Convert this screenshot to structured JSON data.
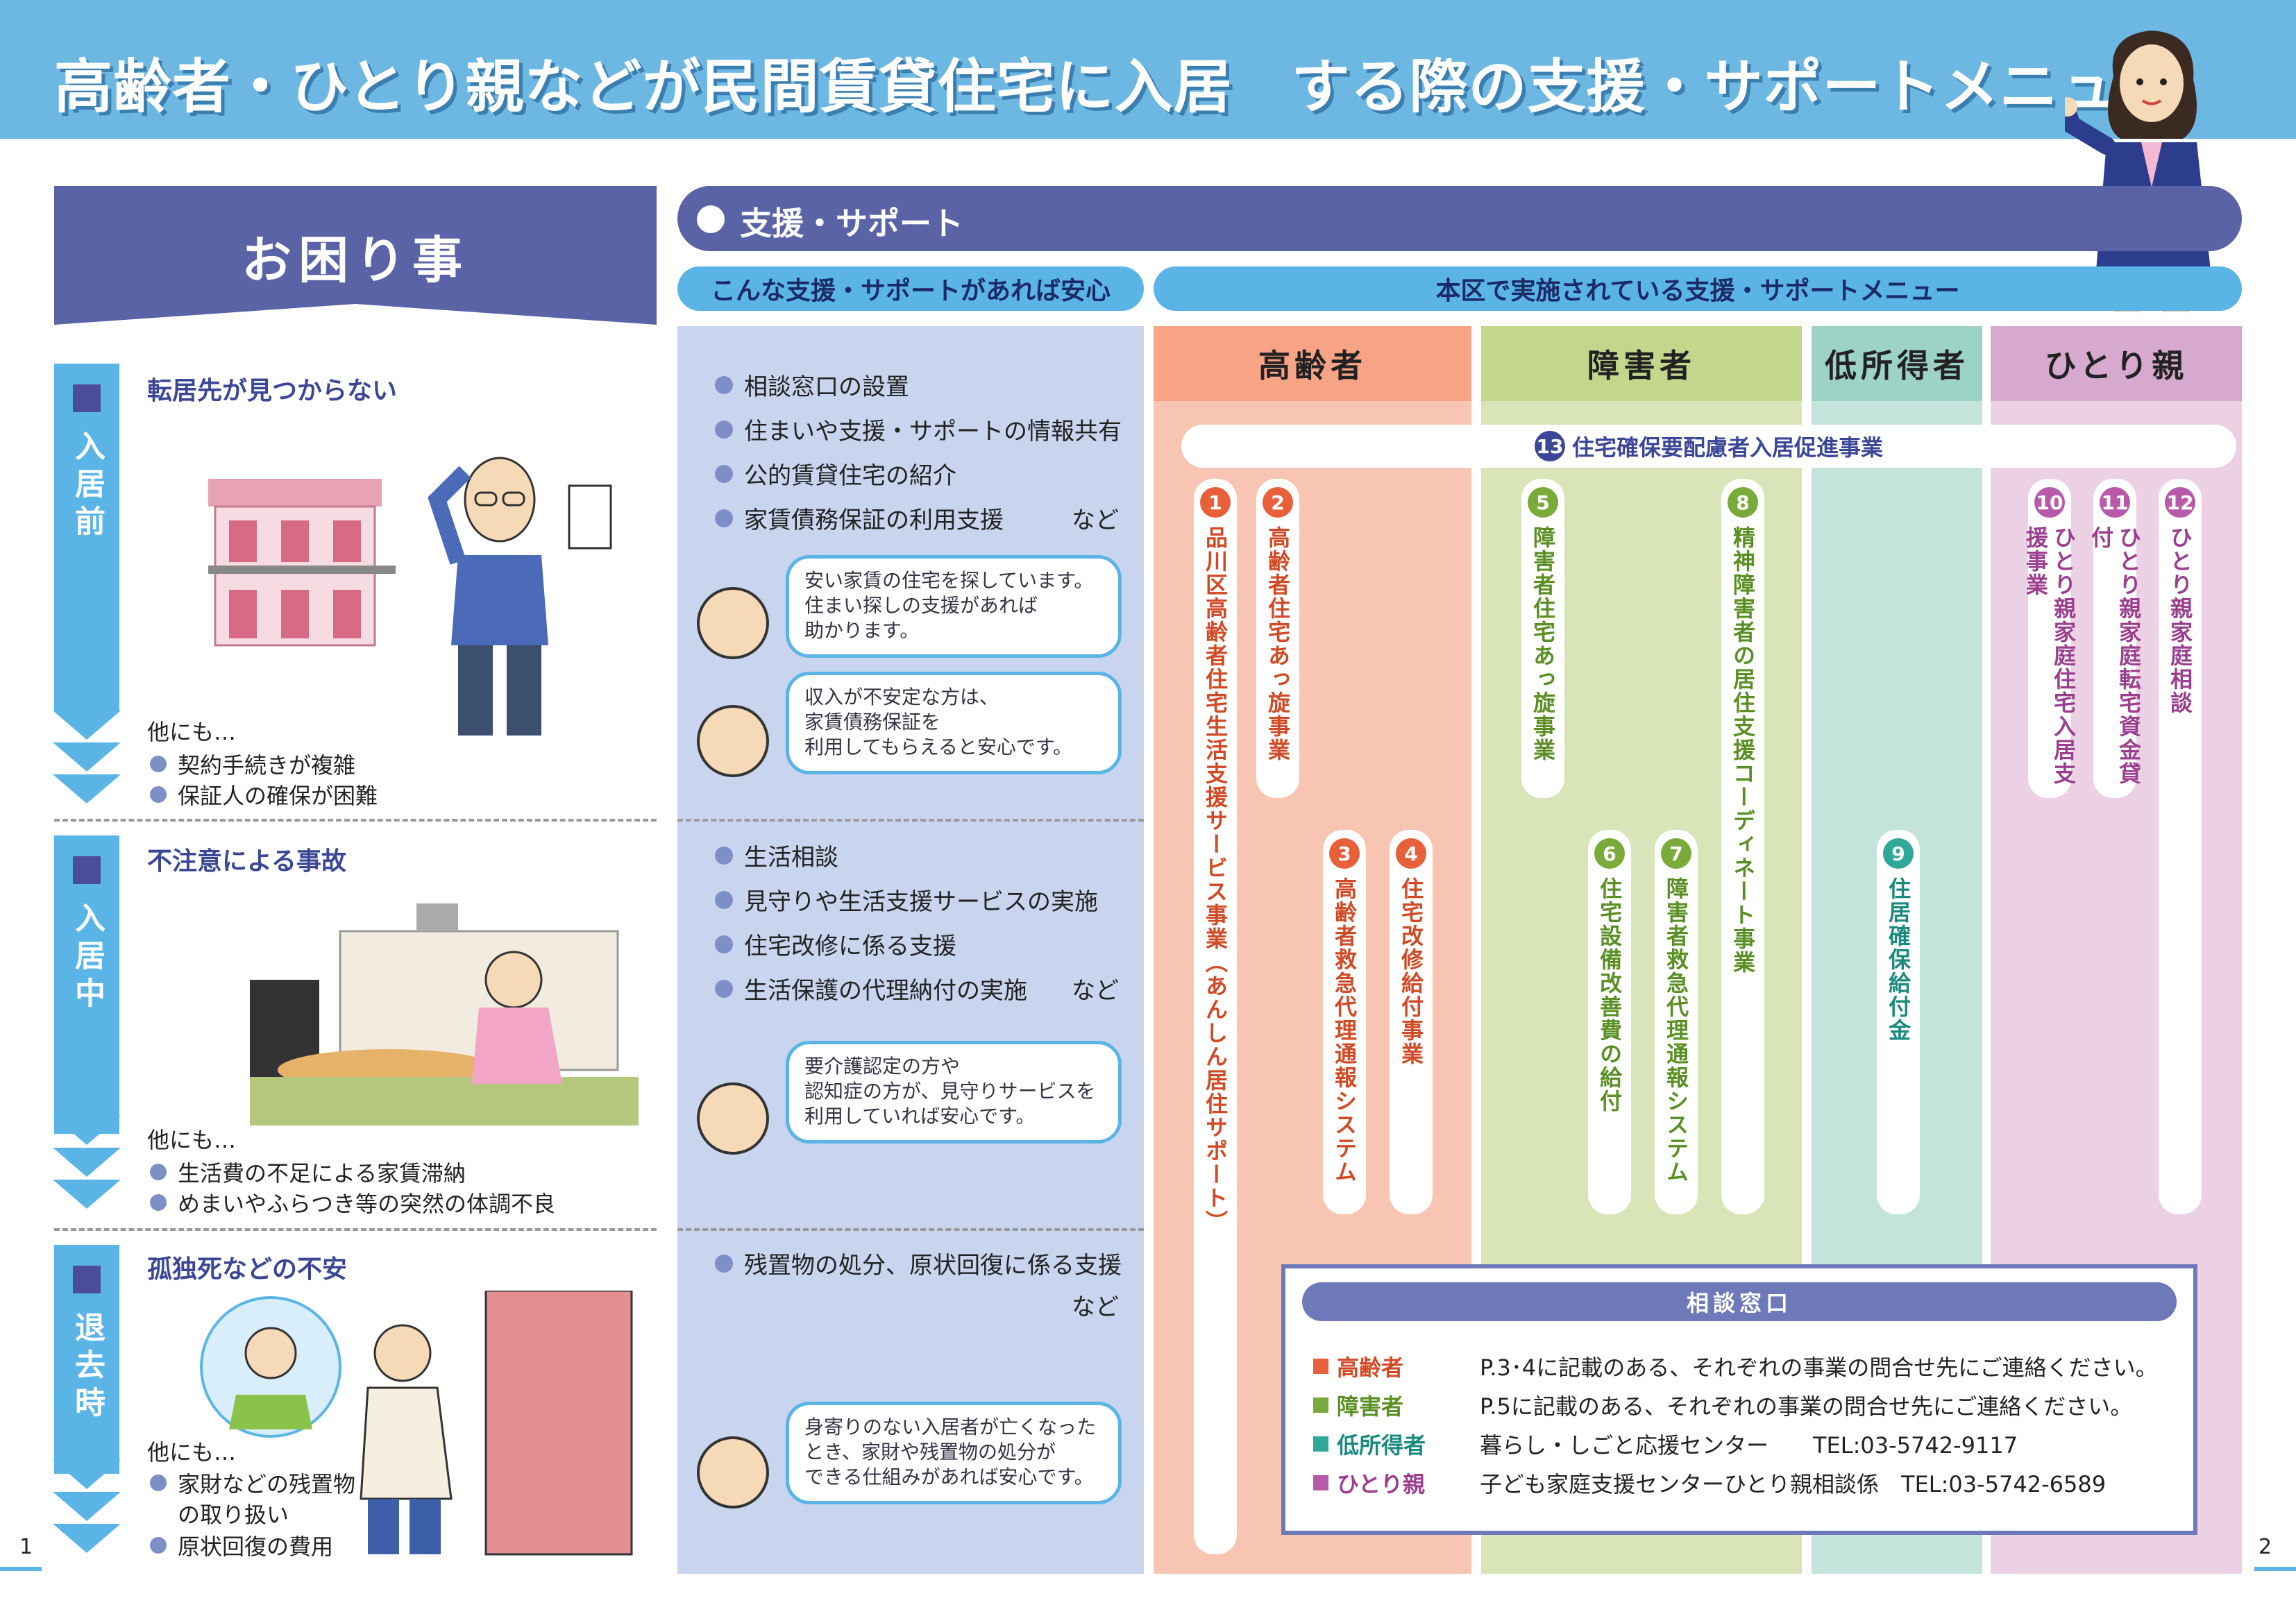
{
  "header": {
    "title": "高齢者・ひとり親などが民間賃貸住宅に入居　する際の支援・サポートメニュー"
  },
  "left": {
    "header": "お困り事",
    "stages": [
      {
        "label": "入居前",
        "question": "転居先が見つからない",
        "also": "他にも…",
        "items": [
          "契約手続きが複雑",
          "保証人の確保が困難"
        ]
      },
      {
        "label": "入居中",
        "question": "不注意による事故",
        "also": "他にも…",
        "items": [
          "生活費の不足による家賃滞納",
          "めまいやふらつき等の突然の体調不良"
        ]
      },
      {
        "label": "退去時",
        "question": "孤独死などの不安",
        "also": "他にも…",
        "items": [
          "家財などの残置物",
          "の取り扱い",
          "原状回復の費用"
        ]
      }
    ]
  },
  "support": {
    "header": "支援・サポート",
    "need_header": "こんな支援・サポートがあれば安心",
    "menu_header": "本区で実施されている支援・サポートメニュー",
    "needs": [
      {
        "items": [
          "相談窓口の設置",
          "住まいや支援・サポートの情報共有",
          "公的賃貸住宅の紹介",
          "家賃債務保証の利用支援"
        ],
        "nado": "など",
        "bubbles": [
          "安い家賃の住宅を探しています。\n住まい探しの支援があれば\n助かります。",
          "収入が不安定な方は、\n家賃債務保証を\n利用してもらえると安心です。"
        ]
      },
      {
        "items": [
          "生活相談",
          "見守りや生活支援サービスの実施",
          "住宅改修に係る支援",
          "生活保護の代理納付の実施"
        ],
        "nado": "など",
        "bubbles": [
          "要介護認定の方や\n認知症の方が、見守りサービスを\n利用していれば安心です。"
        ]
      },
      {
        "items": [
          "残置物の処分、原状回復に係る支援"
        ],
        "nado": "など",
        "bubbles": [
          "身寄りのない入居者が亡くなった\nとき、家財や残置物の処分が\nできる仕組みがあれば安心です。"
        ]
      }
    ]
  },
  "categories": [
    {
      "name": "高齢者"
    },
    {
      "name": "障害者"
    },
    {
      "name": "低所得者"
    },
    {
      "name": "ひとり親"
    }
  ],
  "programs": [
    {
      "num": "1",
      "text": "品川区高齢者住宅生活支援サービス事業（あんしん居住サポート）"
    },
    {
      "num": "2",
      "text": "高齢者住宅あっ旋事業"
    },
    {
      "num": "3",
      "text": "高齢者救急代理通報システム"
    },
    {
      "num": "4",
      "text": "住宅改修給付事業"
    },
    {
      "num": "5",
      "text": "障害者住宅あっ旋事業"
    },
    {
      "num": "6",
      "text": "住宅設備改善費の給付"
    },
    {
      "num": "7",
      "text": "障害者救急代理通報システム"
    },
    {
      "num": "8",
      "text": "精神障害者の居住支援コーディネート事業"
    },
    {
      "num": "9",
      "text": "住居確保給付金"
    },
    {
      "num": "10",
      "text": "ひとり親家庭住宅入居支援事業"
    },
    {
      "num": "11",
      "text": "ひとり親家庭転宅資金貸付"
    },
    {
      "num": "12",
      "text": "ひとり親家庭相談"
    },
    {
      "num": "13",
      "text": "住宅確保要配慮者入居促進事業"
    }
  ],
  "contact": {
    "title": "相談窓口",
    "rows": [
      {
        "key": "高齢者",
        "value": "P.3･4に記載のある、それぞれの事業の問合せ先にご連絡ください。"
      },
      {
        "key": "障害者",
        "value": "P.5に記載のある、それぞれの事業の問合せ先にご連絡ください。"
      },
      {
        "key": "低所得者",
        "value": "暮らし・しごと応援センター　　TEL:03-5742-9117"
      },
      {
        "key": "ひとり親",
        "value": "子ども家庭支援センターひとり親相談係　TEL:03-5742-6589"
      }
    ]
  },
  "pages": {
    "left": "1",
    "right": "2"
  },
  "colors": {
    "elderly": "#f7b49a",
    "disabled": "#cddba8",
    "low_income": "#b7dfd6",
    "single_parent": "#e7c5df",
    "navy": "#5a63a6",
    "sky": "#6cb8e3"
  }
}
